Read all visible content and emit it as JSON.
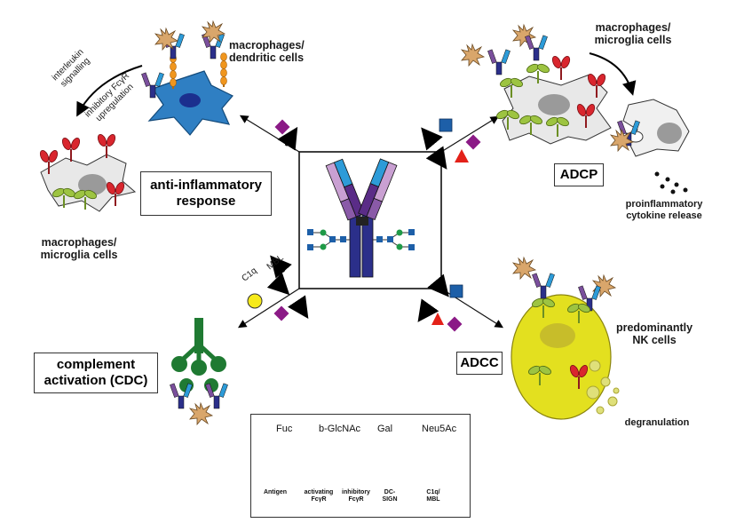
{
  "labels": {
    "macrophages_dendritic": "macrophages/\ndendritic cells",
    "macrophages_microglia_top": "macrophages/\nmicroglia cells",
    "interleukin": "interleukin\nsignalling",
    "inhibitory_upreg": "inhibitory FcγR\nupregulation",
    "macrophages_microglia_left": "macrophages/\nmicroglia cells",
    "anti_inflammatory": "anti-inflammatory\nresponse",
    "adcp": "ADCP",
    "proinflammatory": "proinflammatory\ncytokine release",
    "complement": "complement\nactivation (CDC)",
    "adcc": "ADCC",
    "nk_cells": "predominantly\nNK cells",
    "degranulation": "degranulation",
    "c1q": "C1q",
    "mbl": "MBL"
  },
  "legend": {
    "fuc": "Fuc",
    "glcnac": "b-GlcNAc",
    "gal": "Gal",
    "neu5ac": "Neu5Ac",
    "antigen": "Antigen",
    "activating": "activating\nFcγR",
    "inhibitory": "inhibitory\nFcγR",
    "dcsign": "DC-\nSIGN",
    "c1q_mbl": "C1q/\nMBL"
  },
  "colors": {
    "fuc": "#e32119",
    "glcnac": "#1d5fa8",
    "gal": "#f6ea1a",
    "neu5ac": "#8b1a86",
    "antigen": "#d9a66b",
    "activating": "#9dc441",
    "inhibitory": "#d9262e",
    "dcsign": "#f0961e",
    "c1q": "#1f7a32",
    "nk_cell": "#e3e01f",
    "dendritic": "#2f7fc3",
    "macrophage": "#e8e8e8"
  },
  "icons": [
    "antigen-icon",
    "activating-fcgr-icon",
    "inhibitory-fcgr-icon",
    "dcsign-icon",
    "c1q-mbl-icon"
  ]
}
